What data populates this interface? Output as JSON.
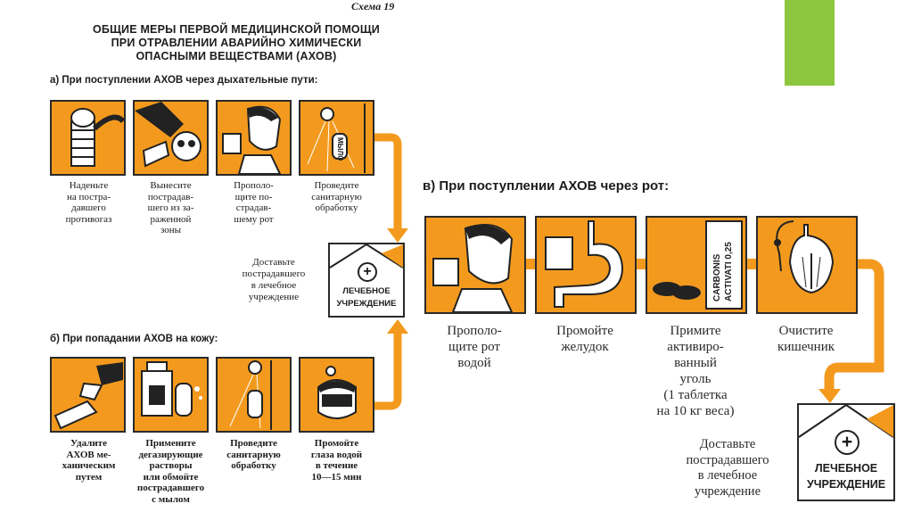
{
  "scheme_label": "Схема 19",
  "title": "ОБЩИЕ МЕРЫ ПЕРВОЙ МЕДИЦИНСКОЙ ПОМОЩИ ПРИ ОТРАВЛЕНИИ АВАРИЙНО ХИМИЧЕСКИ ОПАСНЫМИ ВЕЩЕСТВАМИ (АХОВ)",
  "title_lines": [
    "ОБЩИЕ МЕРЫ ПЕРВОЙ МЕДИЦИНСКОЙ ПОМОЩИ",
    "ПРИ ОТРАВЛЕНИИ АВАРИЙНО ХИМИЧЕСКИ",
    "ОПАСНЫМИ ВЕЩЕСТВАМИ (АХОВ)"
  ],
  "section_a": {
    "heading": "а) При поступлении АХОВ через дыхательные пути:",
    "steps": [
      "Наденьте на пострадавшего противогаз",
      "Вынесите пострадавшего из зараженной зоны",
      "Прополощите пострадавшему рот",
      "Проведите санитарную обработку"
    ],
    "step_lines": [
      [
        "Наденьте",
        "на постра-",
        "давшего",
        "противогаз"
      ],
      [
        "Вынесите",
        "пострадав-",
        "шего из за-",
        "раженной",
        "зоны"
      ],
      [
        "Прополо-",
        "щите по-",
        "страдав-",
        "шему рот"
      ],
      [
        "Проведите",
        "санитарную",
        "обработку"
      ]
    ],
    "deliver_lines": [
      "Доставьте",
      "пострадавшего",
      "в лечебное",
      "учреждение"
    ]
  },
  "section_b": {
    "heading": "б) При попадании АХОВ на кожу:",
    "step_lines": [
      [
        "Удалите",
        "АХОВ ме-",
        "ханическим",
        "путем"
      ],
      [
        "Примените",
        "дегазирующие",
        "растворы",
        "или обмойте",
        "пострадавшего",
        "с мылом"
      ],
      [
        "Проведите",
        "санитарную",
        "обработку"
      ],
      [
        "Промойте",
        "глаза водой",
        "в течение",
        "10—15 мин"
      ]
    ]
  },
  "section_v": {
    "heading": "в) При поступлении АХОВ через рот:",
    "step_lines": [
      [
        "Прополо-",
        "щите рот",
        "водой"
      ],
      [
        "Промойте",
        "желудок"
      ],
      [
        "Примите",
        "активиро-",
        "ванный",
        "уголь",
        "(1 таблетка",
        "на 10 кг веса)"
      ],
      [
        "Очистите",
        "кишечник"
      ]
    ],
    "deliver_lines": [
      "Доставьте",
      "пострадавшего",
      "в лечебное",
      "учреждение"
    ],
    "pill_box_text": [
      "CARBONIS",
      "ACTIVATI 0,25"
    ]
  },
  "hospital_label_lines": [
    "ЛЕЧЕБНОЕ",
    "УЧРЕЖДЕНИЕ"
  ],
  "soap_label": "МЫЛО",
  "colors": {
    "panel": "#f39a1e",
    "arrow": "#f39a1e",
    "accent": "#8dc63f",
    "outline": "#2a2a2a"
  }
}
